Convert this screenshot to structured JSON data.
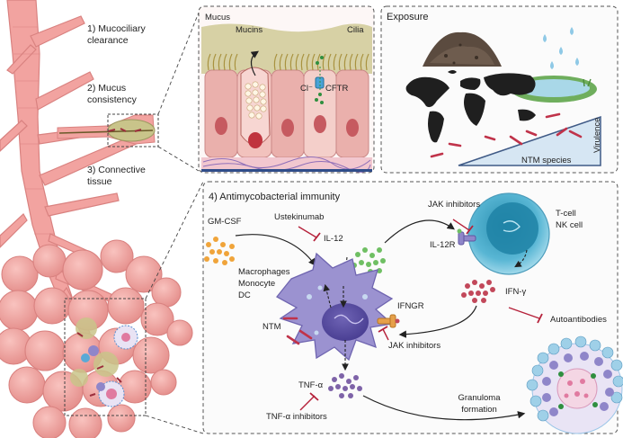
{
  "steps": {
    "s1": "1) Mucociliary clearance",
    "s2": "2) Mucus consistency",
    "s3": "3) Connective tissue",
    "s4": "4) Antimycobacterial immunity"
  },
  "epithelium": {
    "mucus": "Mucus",
    "mucins": "Mucins",
    "cilia": "Cilia",
    "cftr": "CFTR",
    "chloride": "Cl⁻"
  },
  "exposure": {
    "title": "Exposure",
    "species": "NTM species",
    "virulence": "Virulence"
  },
  "immunity": {
    "gmcsf": "GM-CSF",
    "ustekinumab": "Ustekinumab",
    "il12": "IL-12",
    "jak_top": "JAK inhibitors",
    "tcell": "T-cell",
    "nkcell": "NK cell",
    "il12r": "IL-12R",
    "ifng": "IFN-γ",
    "autoantibodies": "Autoantibodies",
    "macrophages": "Macrophages",
    "monocyte": "Monocyte",
    "dc": "DC",
    "ifngr": "IFNGR",
    "ntm": "NTM",
    "jak_bottom": "JAK inhibitors",
    "tnfa": "TNF-α",
    "tnfa_inhibitors": "TNF-α inhibitors",
    "granuloma": "Granuloma formation"
  },
  "colors": {
    "lung": "#f2a3a0",
    "lung_dark": "#d97a7a",
    "mucus": "#c9c48a",
    "panel_border": "#555555",
    "cell_purple": "#8f86c9",
    "tcell_blue": "#7fc3dc",
    "inhibitor": "#b5213a"
  }
}
